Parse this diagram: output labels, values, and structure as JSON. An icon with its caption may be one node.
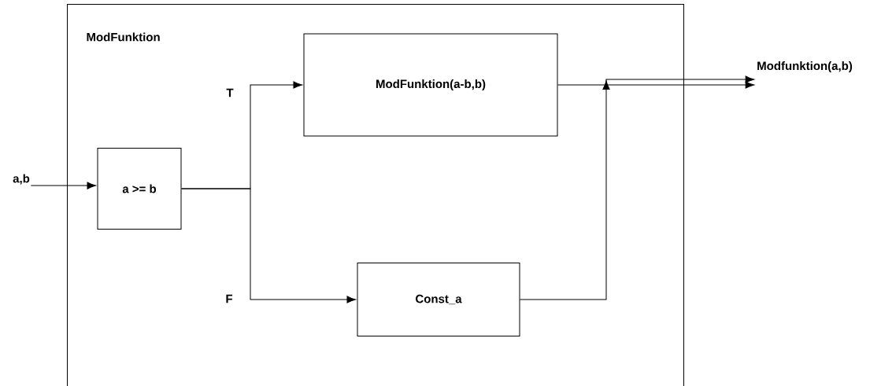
{
  "diagram": {
    "nodes": [
      {
        "text": [
          "ModFunktion"
        ]
      },
      {
        "text": [
          "a,b"
        ]
      },
      {
        "text": [
          "a >= b"
        ],
        "in": 0
      },
      {
        "text": [
          "ModFunktion(a-b,b)"
        ],
        "in": 0
      },
      {
        "text": [
          "Const_a"
        ],
        "in": 0
      },
      {
        "text": [
          "Modfunktion(a,b)"
        ]
      }
    ],
    "edges": [
      {
        "from": 1,
        "to": 2,
        "arrow": "to"
      },
      {
        "from": 2,
        "to": 3,
        "arrow": "to",
        "label": "T"
      },
      {
        "from": 2,
        "to": 4,
        "arrow": "to",
        "label": "F"
      },
      {
        "from": 3,
        "to": 5,
        "arrow": "to"
      },
      {
        "from": 4,
        "to": 5,
        "arrow": "to"
      }
    ]
  }
}
